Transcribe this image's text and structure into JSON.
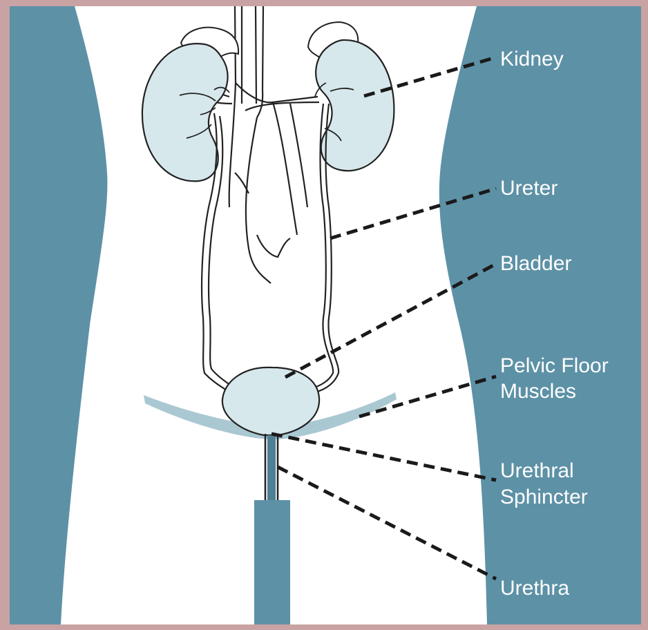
{
  "colors": {
    "background": "#5d91a6",
    "frame": "#c9a3a3",
    "body": "#ffffff",
    "organ": "#d7e8ec",
    "pelvic_floor": "#a9c8d2",
    "outline": "#222222",
    "leader": "#1a1a1a",
    "label": "#ffffff"
  },
  "labels": {
    "kidney": "Kidney",
    "ureter": "Ureter",
    "bladder": "Bladder",
    "pelvic_floor_line1": "Pelvic Floor",
    "pelvic_floor_line2": "Muscles",
    "urethral_sphincter_line1": "Urethral",
    "urethral_sphincter_line2": "Sphincter",
    "urethra": "Urethra"
  }
}
